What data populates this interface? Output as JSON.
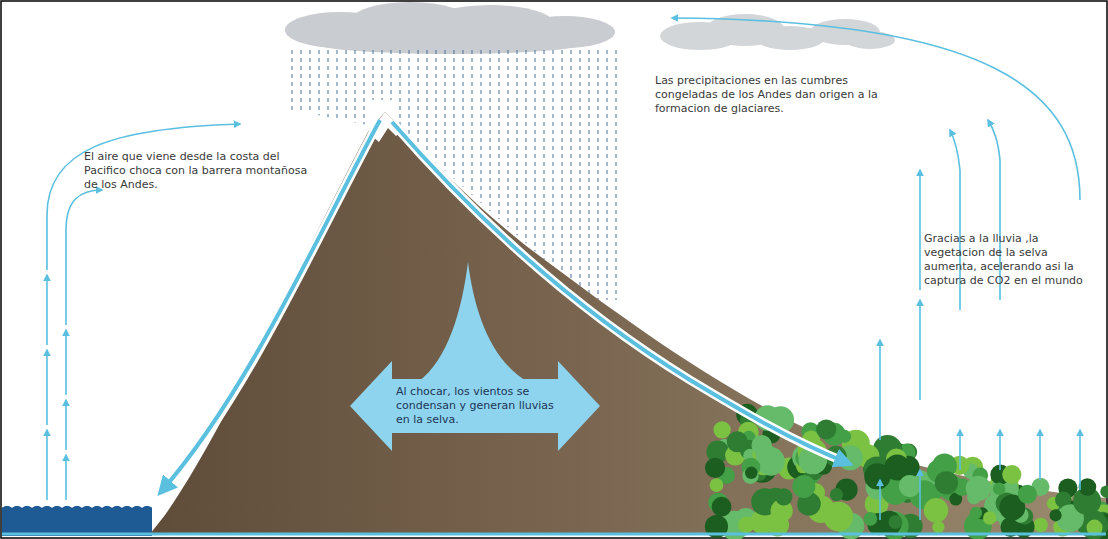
{
  "diagram": {
    "nodes": [
      {
        "text": [
          "Al chocar, los vientos se condensan y generan lluvias en la selva."
        ]
      }
    ],
    "labels": [
      "El aire que viene desde la costa del Pacifico choca con la barrera montañosa de los Andes.",
      "Las precipitaciones en las cumbres congeladas de los Andes dan origen a la formacion de glaciares.",
      "Gracias a la lluvia ,la vegetacion de la selva aumenta, acelerando asi la captura de CO2 en el mundo"
    ]
  }
}
